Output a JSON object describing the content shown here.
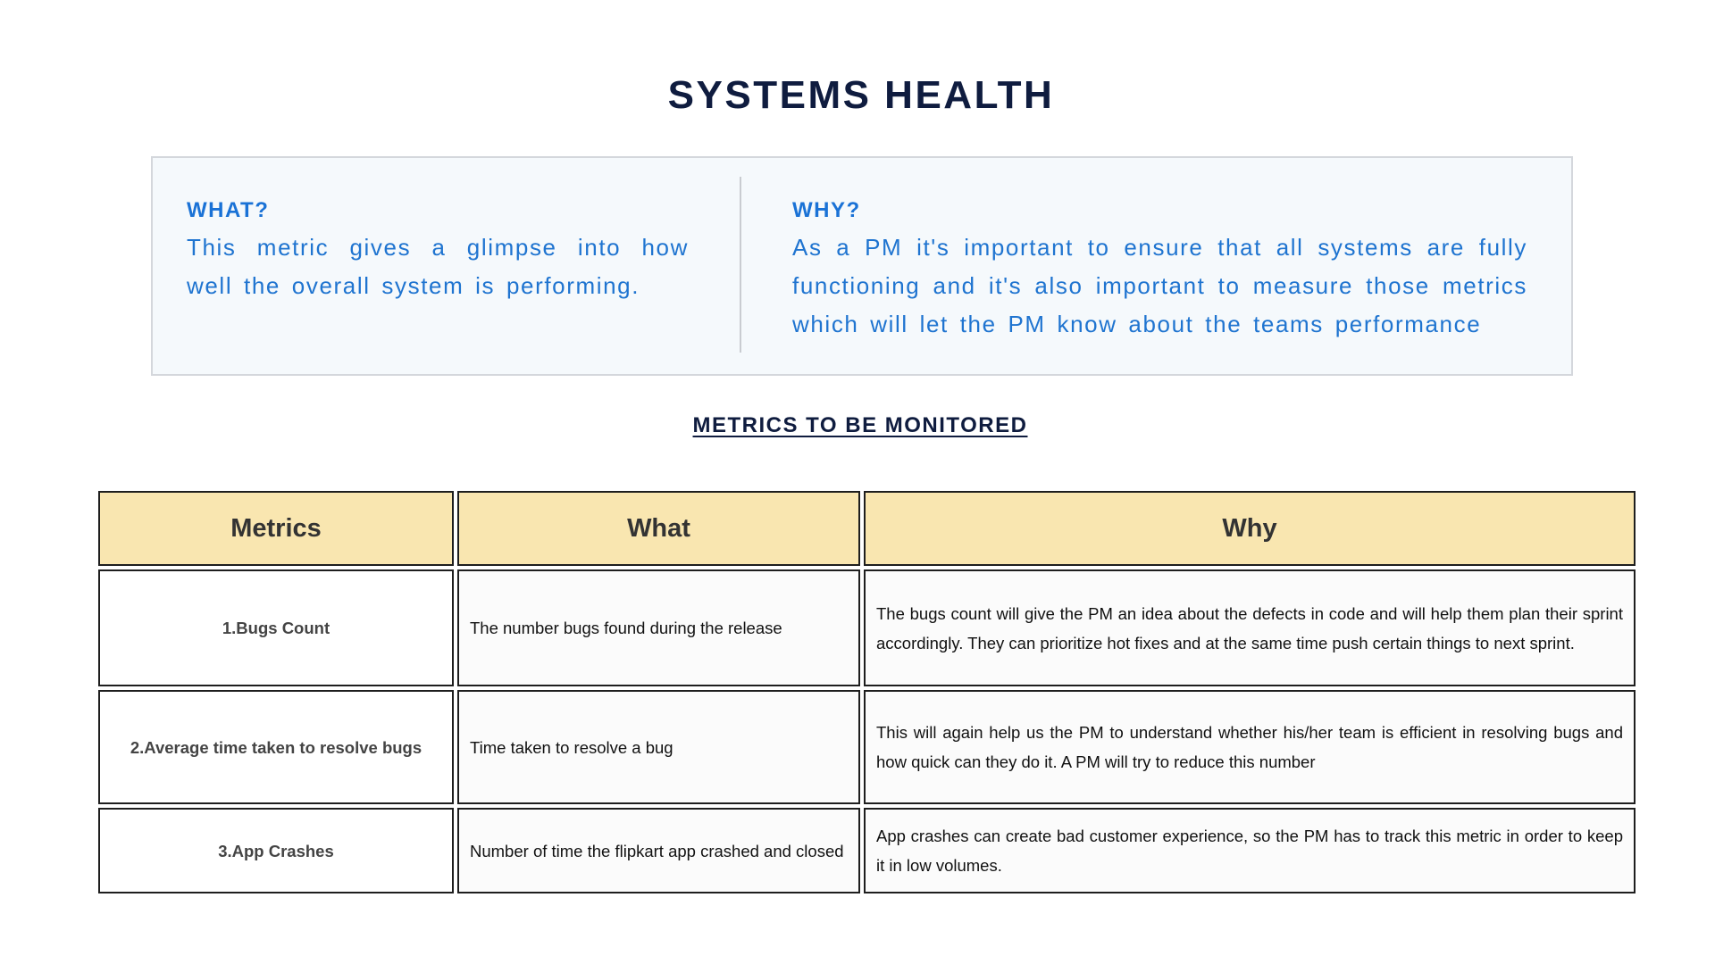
{
  "title": "SYSTEMS HEALTH",
  "info": {
    "what_heading": "WHAT?",
    "what_text": "This metric gives a glimpse into how well the overall system is performing.",
    "why_heading": "WHY?",
    "why_text": "As a PM it's important to ensure that all systems are fully functioning and it's also important to measure those metrics which will let the PM know about the teams performance"
  },
  "subtitle": "METRICS TO BE MONITORED",
  "table": {
    "headers": [
      "Metrics",
      "What",
      "Why"
    ],
    "rows": [
      {
        "metric": "1.Bugs Count",
        "what": "The number bugs found during the release",
        "why": "The bugs count will give the PM an idea about the defects in code and will help them plan their sprint accordingly. They can prioritize hot fixes and at the same time push certain things to next sprint."
      },
      {
        "metric": "2.Average time taken to resolve bugs",
        "what": "Time taken to resolve a bug",
        "why": "This will again help us the PM to understand whether his/her team is efficient in resolving bugs and how quick can they do it. A PM will try to reduce this number"
      },
      {
        "metric": "3.App Crashes",
        "what": "Number of time the flipkart app crashed and closed",
        "why": "App crashes can create bad customer experience, so the PM has to track this metric in order to keep it in low volumes."
      }
    ]
  },
  "colors": {
    "title": "#0f1c3f",
    "accent_blue": "#1a72d6",
    "header_fill": "#f9e6b0",
    "info_box_fill": "#f5f9fc"
  }
}
